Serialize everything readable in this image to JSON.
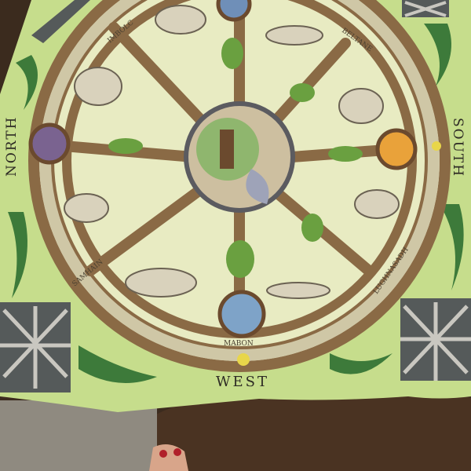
{
  "labels": {
    "north": "NORTH",
    "south": "SOUTH",
    "west": "WEST",
    "imbolc": "IMBOLC",
    "beltane": "BELTANE",
    "samhain": "SAMHAIN",
    "lughnasadh": "LUGHNASADH",
    "mabon": "MABON"
  },
  "colors": {
    "cloth": "#c9df8f",
    "cloth_inner": "#e9edc4",
    "wheel_wood": "#8a6a45",
    "wheel_band": "#cfc7a6",
    "leaf": "#6aa040",
    "floor": "#3a2a1c"
  }
}
